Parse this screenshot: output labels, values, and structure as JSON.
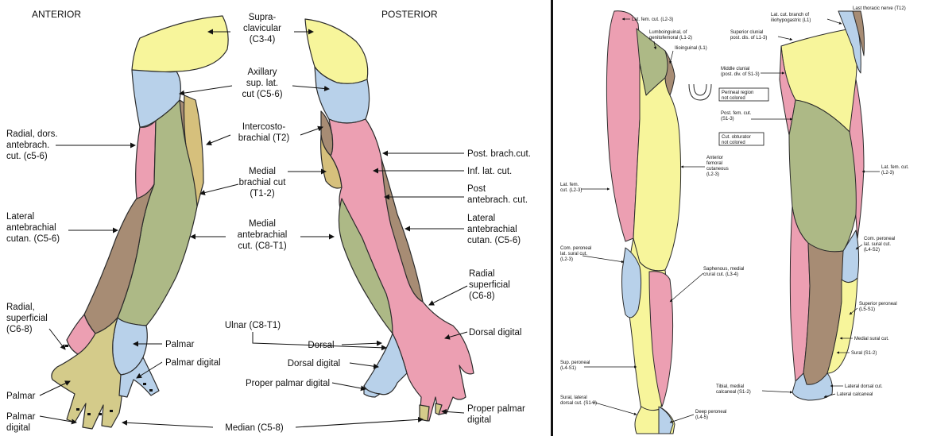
{
  "colors": {
    "yellow": "#f7f59b",
    "blue": "#b8d1ea",
    "pink": "#ec9fb2",
    "green": "#adb986",
    "brown": "#a78c74",
    "tan": "#d6c07c",
    "olive": "#d4cb8a",
    "outline": "#2b2b2b"
  },
  "left": {
    "header_anterior": "ANTERIOR",
    "header_posterior": "POSTERIOR",
    "center": {
      "supra": [
        "Supra-",
        "clavicular",
        "(C3-4)"
      ],
      "axillary": [
        "Axillary",
        "sup. lat.",
        "cut (C5-6)"
      ],
      "intercosto": [
        "Intercosto-",
        "brachial (T2)"
      ],
      "medial_brachial": [
        "Medial",
        "brachial cut",
        "(T1-2)"
      ],
      "medial_antebrachial": [
        "Medial",
        "antebrachial",
        "cut. (C8-T1)"
      ],
      "ulnar": "Ulnar (C8-T1)",
      "dorsal": "Dorsal",
      "dorsal_digital": "Dorsal digital",
      "proper_palmar_digital": "Proper palmar digital",
      "median": "Median (C5-8)"
    },
    "anterior_labels": {
      "radial_dors": [
        "Radial, dors.",
        "antebrach.",
        "cut. (c5-6)"
      ],
      "lateral_antebrachial": [
        "Lateral",
        "antebrachial",
        "cutan. (C5-6)"
      ],
      "radial_superficial": [
        "Radial,",
        "superficial",
        "(C6-8)"
      ],
      "palmar_left": "Palmar",
      "palmar_digital_left": [
        "Palmar",
        "digital"
      ],
      "palmar_hand": "Palmar",
      "palmar_digital_hand": "Palmar digital"
    },
    "posterior_labels": {
      "post_brach": "Post. brach.cut.",
      "inf_lat": "Inf. lat. cut.",
      "post_antebrach": [
        "Post",
        "antebrach. cut."
      ],
      "lateral_antebrachial": [
        "Lateral",
        "antebrachial",
        "cutan. (C5-6)"
      ],
      "radial_superficial": [
        "Radial",
        "superficial",
        "(C6-8)"
      ],
      "dorsal_digital": "Dorsal digital",
      "proper_palmar_digital": [
        "Proper palmar",
        "digital"
      ]
    }
  },
  "right": {
    "labels": {
      "lat_fem_top": "Lat. fem. cut. (L2-3)",
      "lumboinguinal": [
        "Lumboinguinal, of",
        "genitofemoral (L1-2)"
      ],
      "ilioinguinal": "Ilioinguinal (L1)",
      "lat_cut_branch": [
        "Lat. cut. branch of",
        "iliohypogastric (L1)"
      ],
      "last_thoracic": "Last thoracic nerve (T12)",
      "superior_clunial": [
        "Superior clunial",
        "post. dis. of L1-3)"
      ],
      "middle_clunial": [
        "Middle clunial",
        "(post. div. of S1-3)"
      ],
      "perineal_box": [
        "Perineal region",
        "not colored"
      ],
      "post_fem": [
        "Post. fem. cut.",
        "(S1-3)"
      ],
      "obturator_box": [
        "Cut. obturator",
        "not colored"
      ],
      "anterior_femoral": [
        "Anterior",
        "femoral",
        "cutaneous",
        "(L2-3)"
      ],
      "lat_fem_left": [
        "Lat. fem.",
        "cut. (L2-3)"
      ],
      "lat_fem_right": [
        "Lat. fem. cut.",
        "(L2-3)"
      ],
      "com_peroneal_left": [
        "Com. peroneal",
        "lat. sural cut.",
        "(L2-3)"
      ],
      "com_peroneal_right": [
        "Com. peroneal",
        "lat. sural cut.",
        "(L4-S2)"
      ],
      "saphenous": [
        "Saphenous, medial",
        "crural cut. (L3-4)"
      ],
      "superior_peroneal": [
        "Superior peroneal",
        "(L5-S1)"
      ],
      "medial_sural": "Medial sural cut.",
      "sural": "Sural (S1-2)",
      "sup_peroneal": [
        "Sup. peroneal",
        "(L4-S1)"
      ],
      "tibial": [
        "Tibial, medial",
        "calcaneal (S1-2)"
      ],
      "lateral_dorsal": "Lateral dorsal cut.",
      "lateral_calcaneal": "Lateral calcaneal",
      "sural_lateral": [
        "Sural, lateral",
        "dorsal cut. (S1-2)"
      ],
      "deep_peroneal": [
        "Deep peroneal",
        "(L4-5)"
      ]
    }
  }
}
